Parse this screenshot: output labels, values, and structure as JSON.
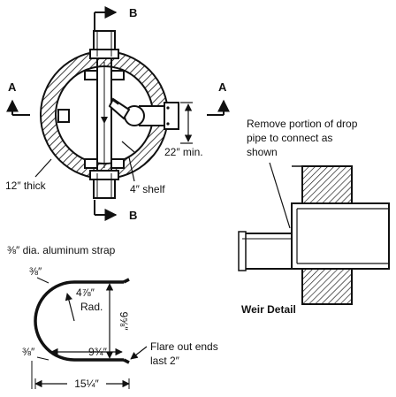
{
  "plan": {
    "section_marks": {
      "a_left": "A",
      "a_right": "A",
      "b_top": "B",
      "b_bottom": "B"
    },
    "wall_label": "12″ thick",
    "shelf_label": "4″ shelf",
    "min_label": "22″ min."
  },
  "weir": {
    "note_line1": "Remove portion of drop",
    "note_line2": "pipe to connect as",
    "note_line3": "shown",
    "title": "Weir Detail"
  },
  "strap": {
    "title": "⅜″ dia. aluminum strap",
    "top_offset": "⅜″",
    "radius_value": "4⅞″",
    "radius_label": "Rad.",
    "height": "9⅝″",
    "leg_length": "9¾″",
    "bottom_offset": "⅜″",
    "flare_line1": "Flare out ends",
    "flare_line2": "last 2″",
    "total_length": "15¼″"
  },
  "colors": {
    "ink": "#111111",
    "paper": "#ffffff"
  }
}
